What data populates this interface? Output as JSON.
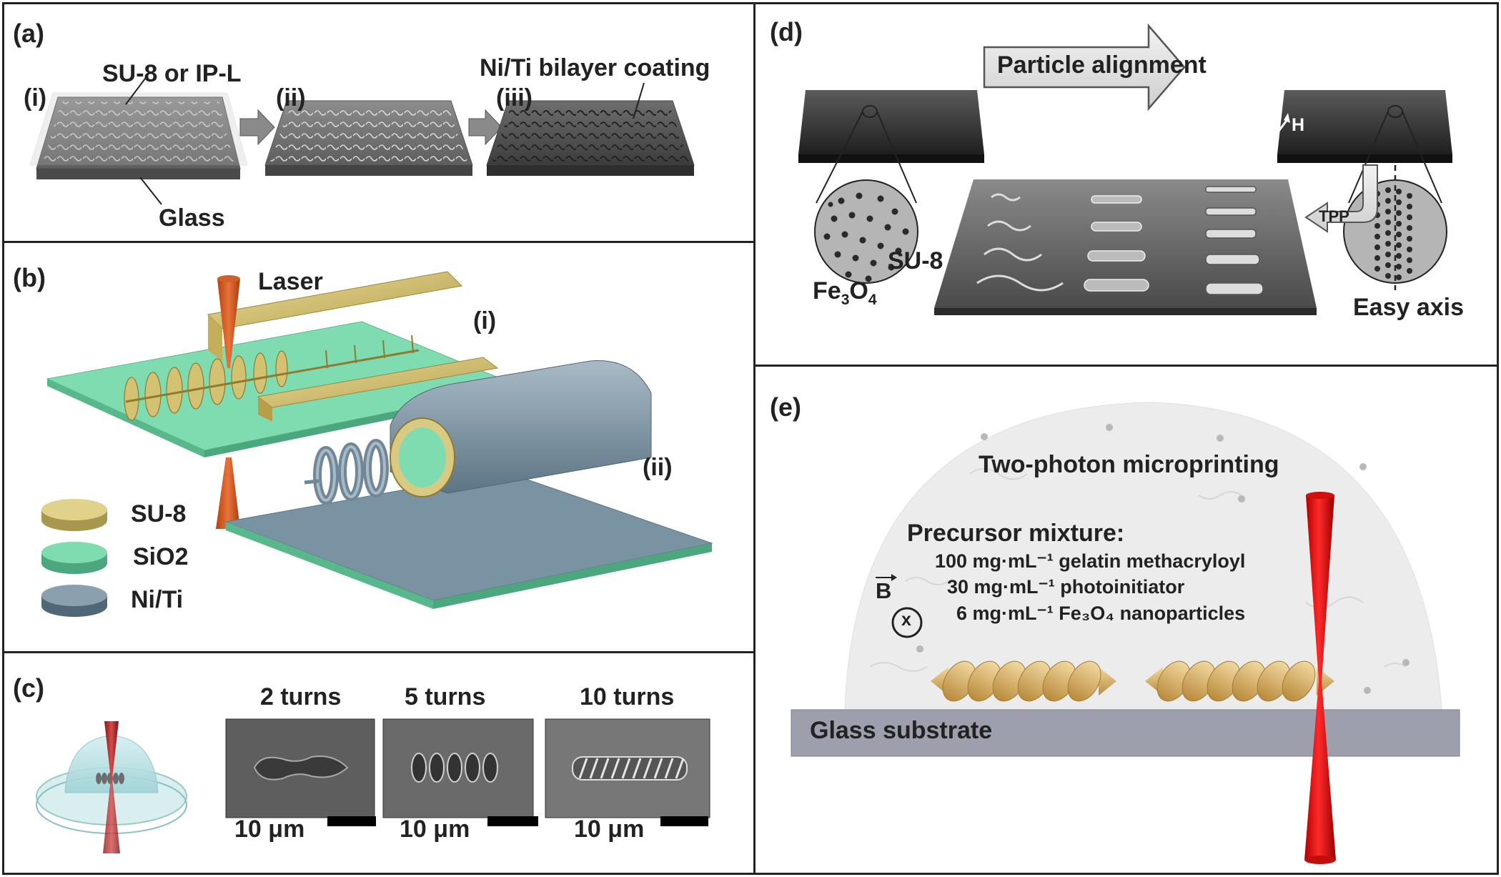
{
  "panels": {
    "a": {
      "label": "(a)",
      "step1": "(i)",
      "step2": "(ii)",
      "step3": "(iii)",
      "resist": "SU-8 or IP-L",
      "coating": "Ni/Ti bilayer coating",
      "substrate": "Glass"
    },
    "b": {
      "label": "(b)",
      "laser": "Laser",
      "step1": "(i)",
      "step2": "(ii)",
      "legend": [
        {
          "text": "SU-8",
          "color": "#cdbd6e"
        },
        {
          "text": "SiO2",
          "color": "#6fd6a6"
        },
        {
          "text": "Ni/Ti",
          "color": "#6f8797"
        }
      ]
    },
    "c": {
      "label": "(c)",
      "images": [
        {
          "title": "2 turns",
          "scale": "10 μm"
        },
        {
          "title": "5 turns",
          "scale": "10 μm"
        },
        {
          "title": "10 turns",
          "scale": "10 μm"
        }
      ]
    },
    "d": {
      "label": "(d)",
      "arrow": "Particle alignment",
      "field": "H",
      "process": "TPP",
      "su8": "SU-8",
      "particles": "Fe3O4",
      "axis": "Easy axis"
    },
    "e": {
      "label": "(e)",
      "title": "Two-photon microprinting",
      "mixture_title": "Precursor mixture:",
      "mixture": [
        "100 mg·mL⁻¹ gelatin methacryloyl",
        "30 mg·mL⁻¹ photoinitiator",
        "6 mg·mL⁻¹ Fe₃O₄ nanoparticles"
      ],
      "field": "B",
      "field_symbol": "x",
      "substrate": "Glass substrate"
    }
  }
}
